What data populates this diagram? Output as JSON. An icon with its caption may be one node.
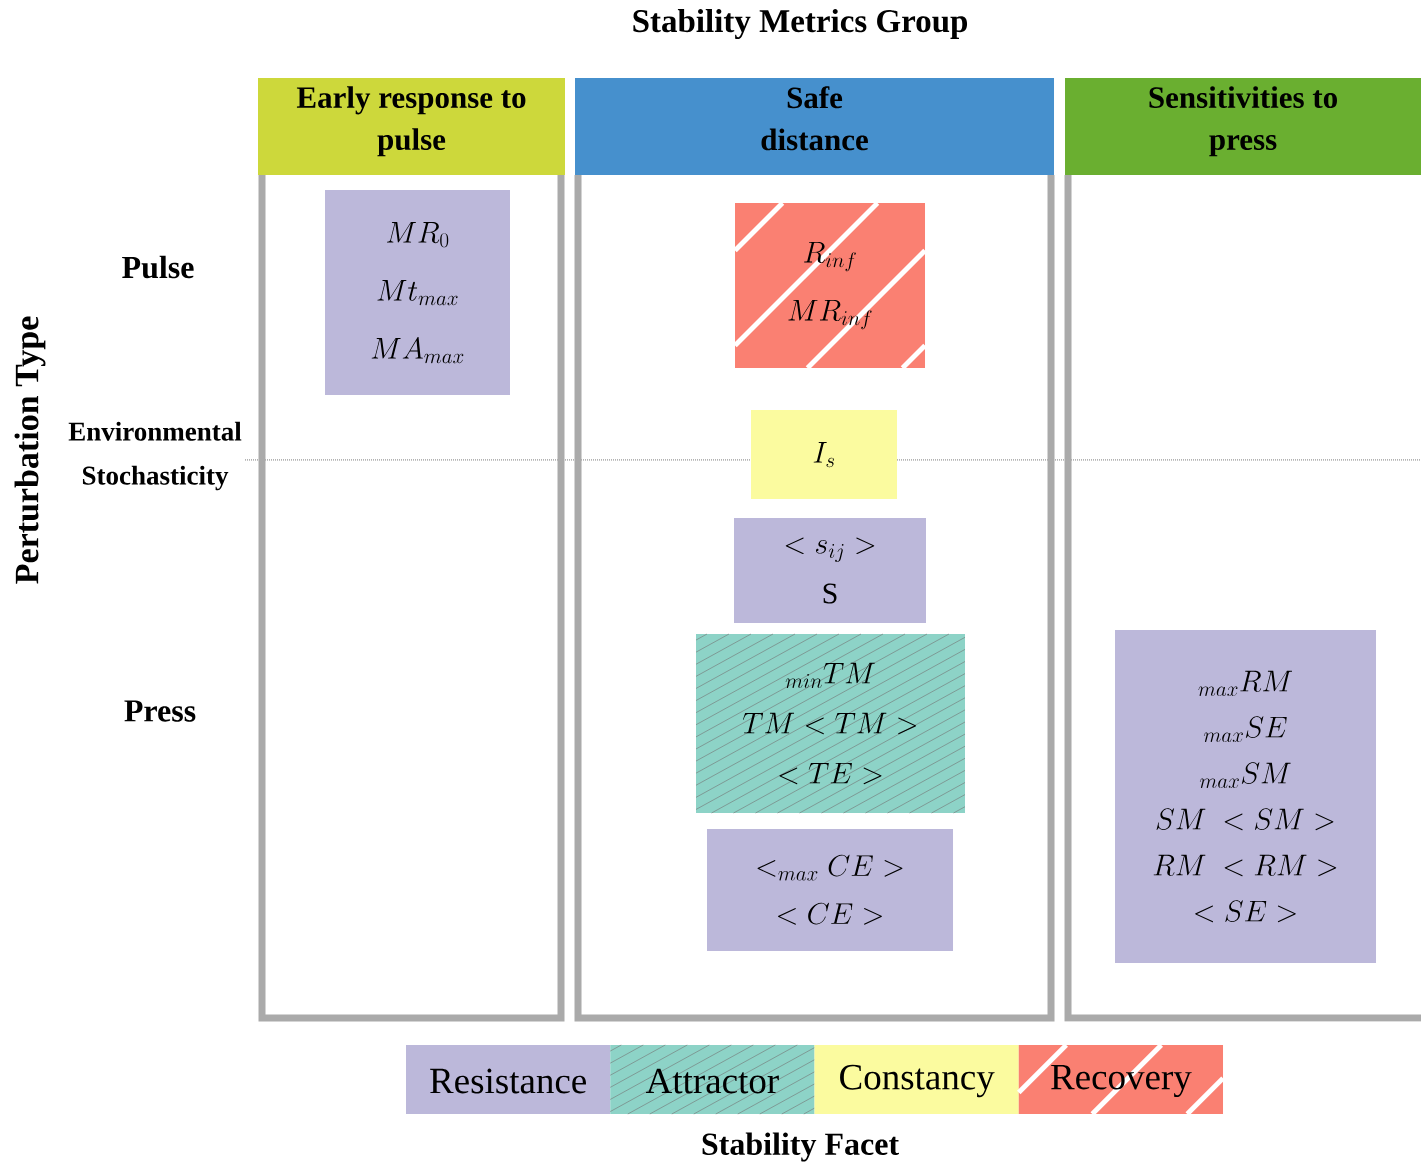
{
  "diagram": {
    "title": "Stability Metrics Group",
    "nodes": [
      {
        "text": [
          "Early response to pulse"
        ]
      },
      {
        "text": [
          "Safe distance"
        ]
      },
      {
        "text": [
          "Sensitivities to press"
        ]
      },
      {
        "text": [
          "MR_0",
          "Mt_{max}",
          "MA_{max}"
        ],
        "in": 0
      },
      {
        "text": [
          "R_{inf}",
          "MR_{inf}"
        ],
        "in": 1
      },
      {
        "text": [
          "I_s"
        ],
        "in": 1
      },
      {
        "text": [
          "< s_{ij} >",
          "\\mathrm{S}"
        ],
        "in": 1
      },
      {
        "text": [
          "{}_{min}TM",
          "TM < TM >",
          "< TE >"
        ],
        "in": 1
      },
      {
        "text": [
          "<_{max} CE >",
          "< CE >"
        ],
        "in": 1
      },
      {
        "text": [
          "{}_{max}RM",
          "{}_{max}SE",
          "{}_{max}SM",
          "SM\\ < SM >",
          "RM\\ < RM >",
          "< SE >"
        ],
        "in": 2
      }
    ],
    "edges": [],
    "labels": [
      "Perturbation Type",
      "Pulse",
      "Environmental Stochasticity",
      "Press",
      "Stability Facet"
    ],
    "legend": [
      {
        "text": "Resistance",
        "color": "#bcb8da"
      },
      {
        "text": "Attractor",
        "color": "#8dd3c7"
      },
      {
        "text": "Constancy",
        "color": "#fbfb9f"
      },
      {
        "text": "Recovery",
        "color": "#fa8072"
      }
    ]
  }
}
